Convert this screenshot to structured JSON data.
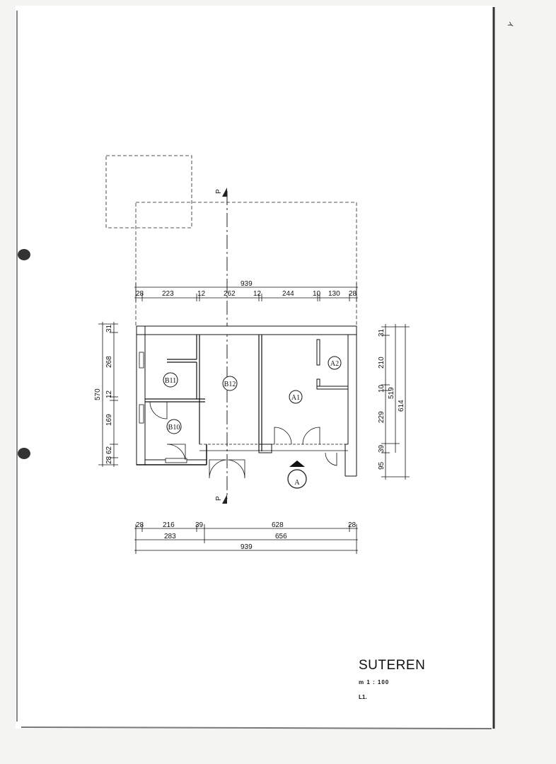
{
  "title_block": {
    "title": "SUTEREN",
    "scale": "m 1 : 100",
    "sheet": "L1."
  },
  "rooms": {
    "b10": "B10",
    "b11": "B11",
    "b12": "B12",
    "a1": "A1",
    "a2": "A2"
  },
  "section_marker": {
    "label": "A"
  },
  "cut_line": {
    "label_top": "P",
    "label_bottom": "P"
  },
  "dims_top": {
    "total": "939",
    "segments": [
      "28",
      "223",
      "12",
      "262",
      "12",
      "244",
      "10",
      "130",
      "28"
    ]
  },
  "dims_bottom": {
    "row1": [
      "28",
      "216",
      "39",
      "628",
      "28"
    ],
    "row2": [
      "283",
      "656"
    ],
    "total": "939"
  },
  "dims_left": {
    "total": "570",
    "segments": [
      "31",
      "268",
      "12",
      "169",
      "62",
      "28"
    ]
  },
  "dims_right": {
    "segments": [
      "31",
      "210",
      "10",
      "229",
      "39",
      "95"
    ],
    "sub_total": "519",
    "total": "614"
  },
  "corner_mark": "Y",
  "colors": {
    "paper": "#ffffff",
    "background": "#f4f4f2",
    "ink": "#111111"
  }
}
